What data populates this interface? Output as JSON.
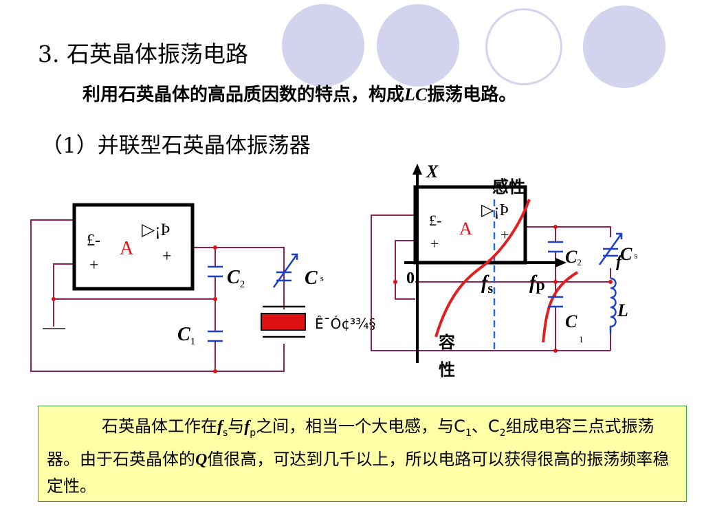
{
  "slide": {
    "title": "3. 石英晶体振荡电路",
    "subtitle_pre": "利用石英晶体的高品质因数的特点，构成",
    "subtitle_lc": "LC",
    "subtitle_post": "振荡电路。",
    "section": "（1）并联型石英晶体振荡器"
  },
  "left_circuit": {
    "amp_minus": "£-",
    "amp_plus": "+",
    "amp_label": "A",
    "amp_glyph": "▷¡Þ",
    "amp_out_plus": "+",
    "c2_label": "C",
    "c2_sub": "2",
    "c1_label": "C",
    "c1_sub": "1",
    "cs_label": "C",
    "cs_sub": "s",
    "crystal_label": "Ê¯Ó¢³¾§"
  },
  "right_circuit": {
    "axis_x": "X",
    "inductive": "感性",
    "capacitive_1": "容",
    "capacitive_2": "性",
    "origin": "0",
    "fs": "f",
    "fs_sub": "s",
    "fp": "f",
    "fp_sub": "p",
    "amp_minus": "£-",
    "amp_plus": "+",
    "amp_label": "A",
    "amp_glyph": "▷¡Þ",
    "amp_out_plus": "+",
    "c2_label": "C",
    "c2_sub": "2",
    "c1_label": "C",
    "c1_sub": "1",
    "cs_label": "C",
    "cs_sub": "s",
    "l_label": "L",
    "f_label": "f"
  },
  "note": {
    "part1": "石英晶体工作在",
    "fs": "f",
    "fs_sub": "s",
    "and": "与",
    "fp": "f",
    "fp_sub": "p",
    "part2": "之间，相当一个大电感，与C",
    "c1_sub": "1",
    "sep": "、C",
    "c2_sub": "2",
    "part3": "组成电容三点式振荡器。由于石英晶体的",
    "q": "Q",
    "part4": "值很高，可达到几千以上，所以电路可以获得很高的振荡频率稳定性。"
  },
  "colors": {
    "decor": "#d4d3ee",
    "wire": "#8b2252",
    "curve": "#e02020",
    "dashed": "#2a6fdb",
    "cap": "#1a3fcf",
    "crystal": "#dd1111",
    "note_bg": "#ffffa8",
    "note_border": "#3aa03a"
  }
}
